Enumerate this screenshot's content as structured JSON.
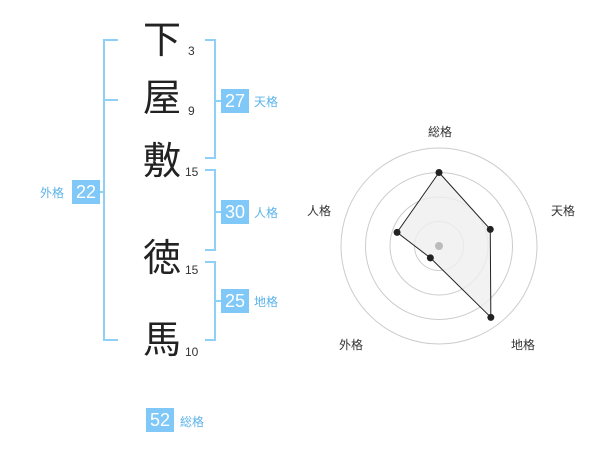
{
  "name": {
    "chars": [
      {
        "char": "下",
        "strokes": "3"
      },
      {
        "char": "屋",
        "strokes": "9"
      },
      {
        "char": "敷",
        "strokes": "15"
      },
      {
        "char": "徳",
        "strokes": "15"
      },
      {
        "char": "馬",
        "strokes": "10"
      }
    ]
  },
  "fortune": {
    "tenkaku": {
      "value": "27",
      "label": "天格"
    },
    "jinkaku": {
      "value": "30",
      "label": "人格"
    },
    "chikaku": {
      "value": "25",
      "label": "地格"
    },
    "gaikaku": {
      "value": "22",
      "label": "外格"
    },
    "soukaku": {
      "value": "52",
      "label": "総格"
    }
  },
  "radar": {
    "axes": [
      "総格",
      "天格",
      "地格",
      "外格",
      "人格"
    ],
    "levels": [
      0.75,
      0.55,
      0.9,
      0.15,
      0.45
    ],
    "colors": {
      "fill": "#efefef",
      "line": "#222222",
      "ring": "#cccccc",
      "center": "#bbbbbb"
    }
  },
  "colors": {
    "accent": "#7fc8f8",
    "bracket": "#8fd0f8",
    "label": "#5ab3ea"
  }
}
